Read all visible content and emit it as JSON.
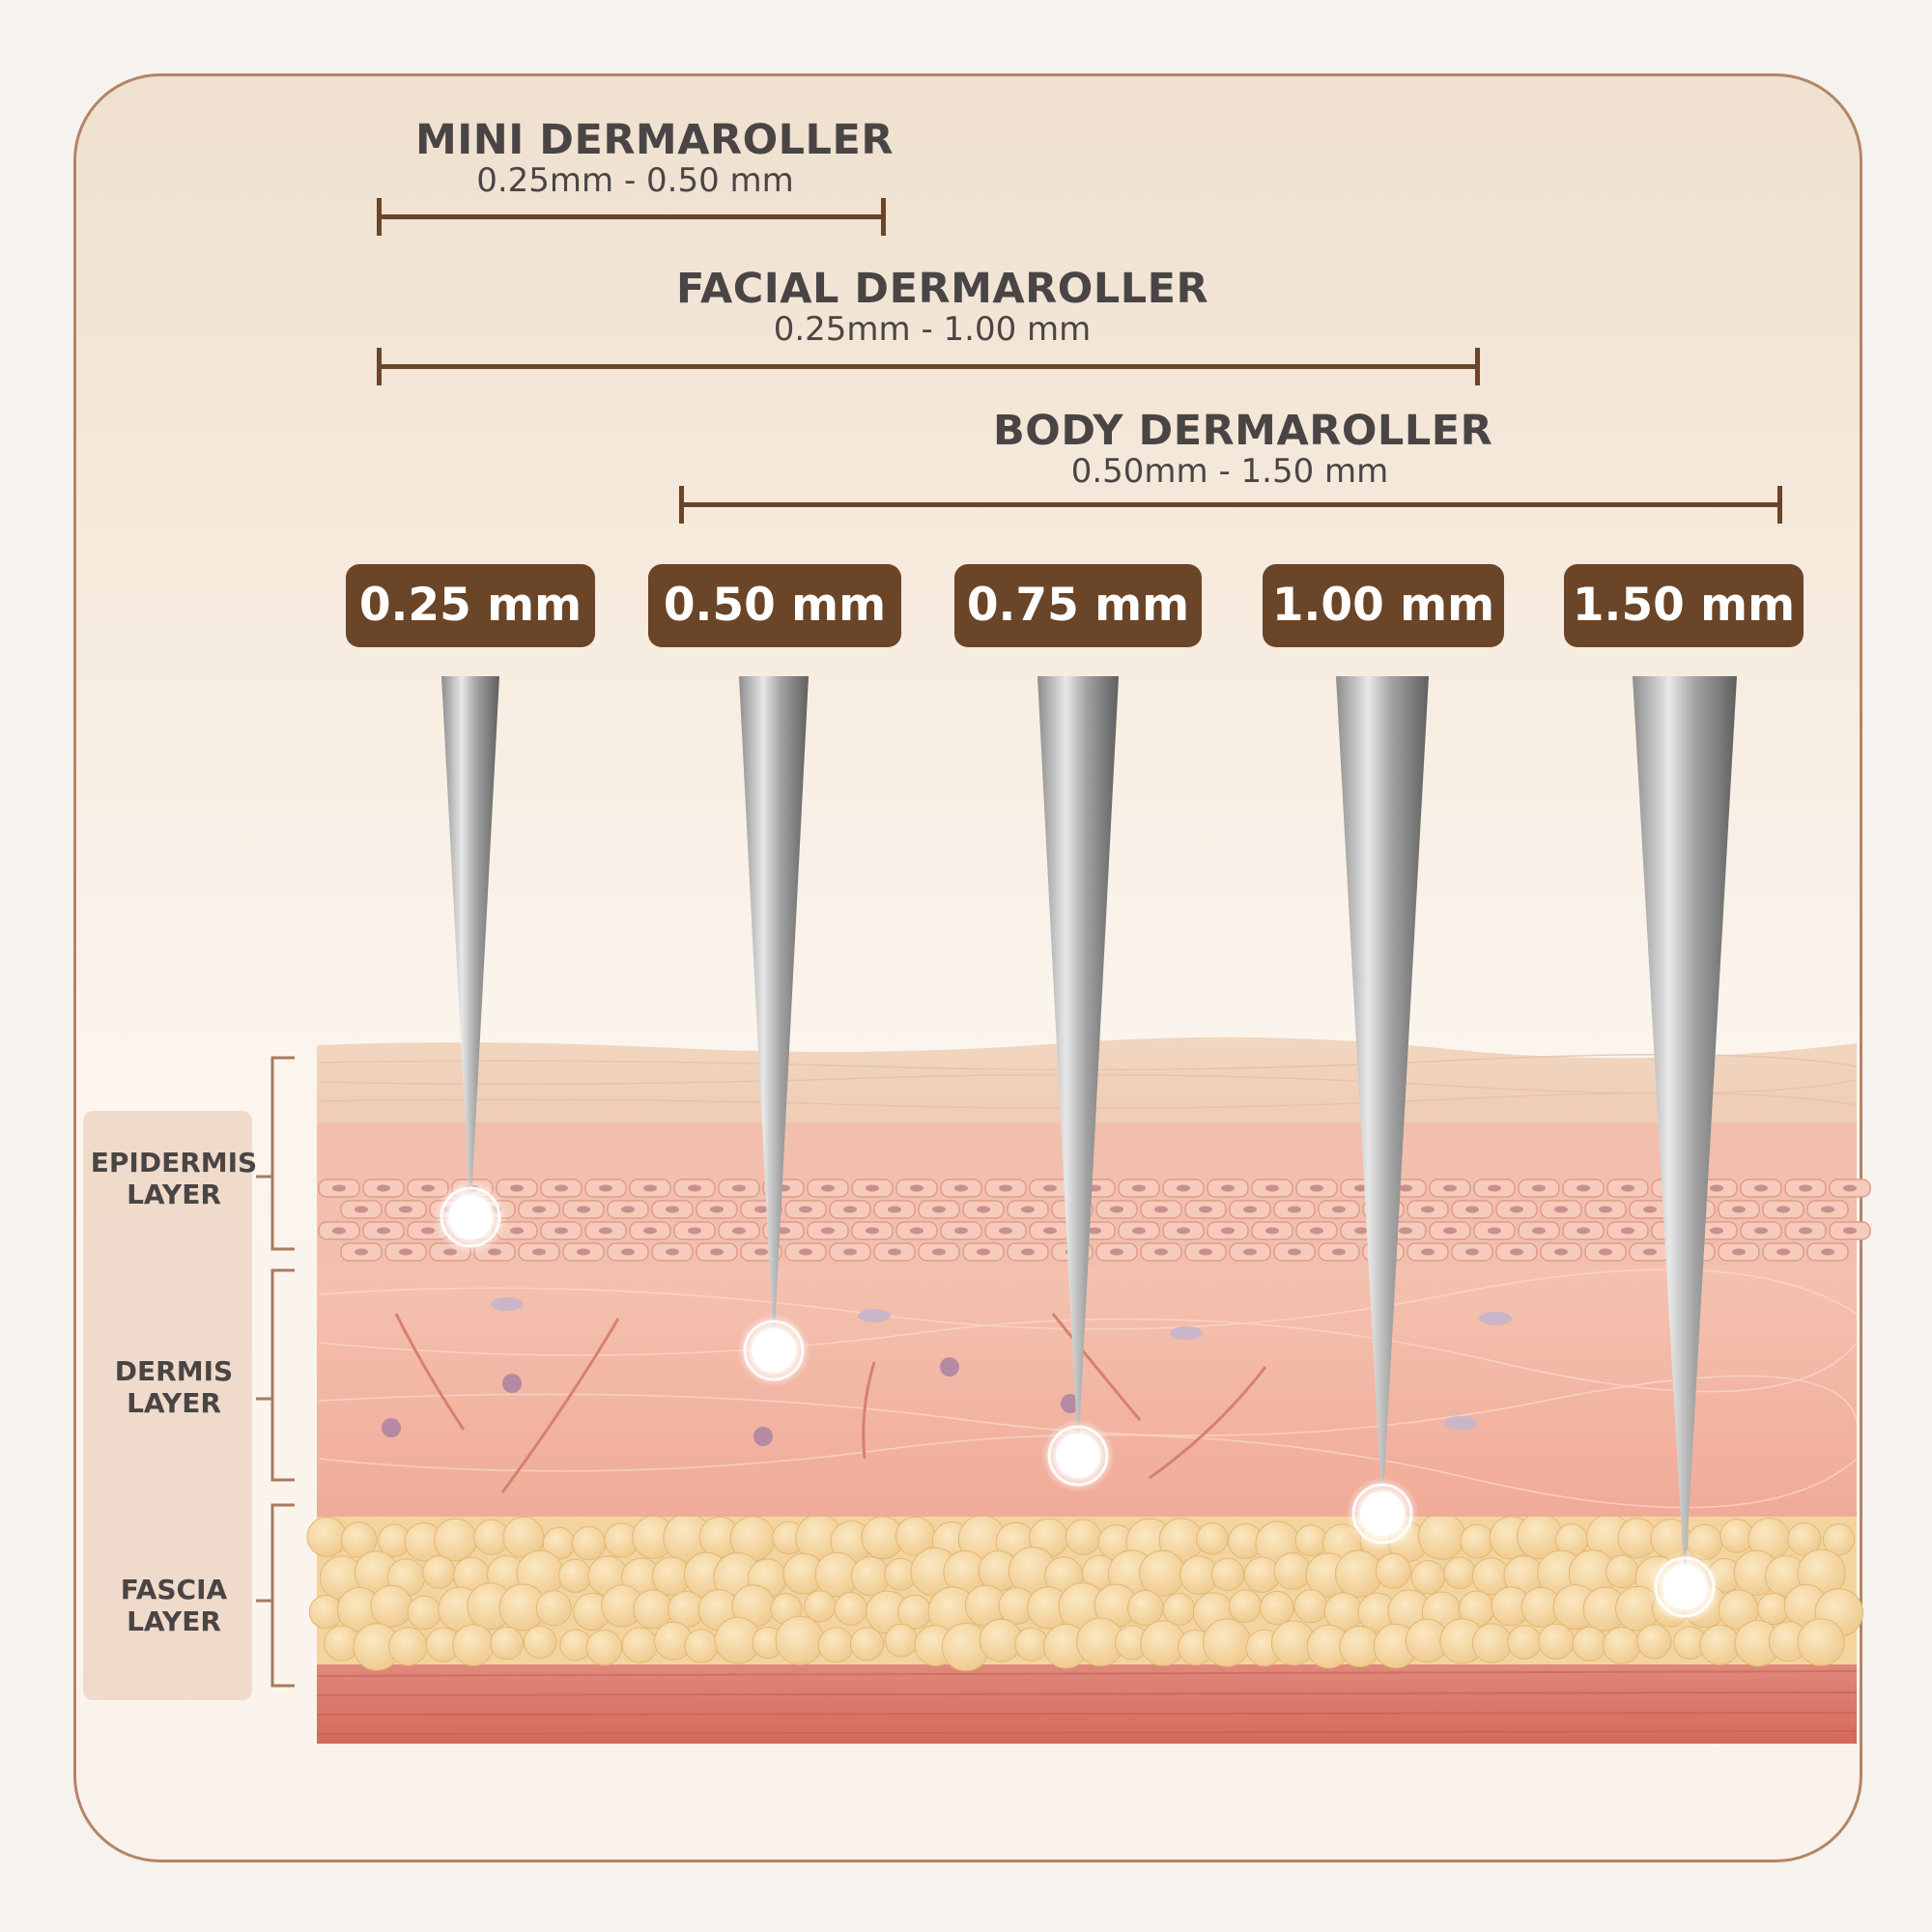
{
  "ranges": {
    "mini": {
      "title": "MINI DERMAROLLER",
      "range": "0.25mm - 0.50 mm"
    },
    "facial": {
      "title": "FACIAL DERMAROLLER",
      "range": "0.25mm - 1.00 mm"
    },
    "body": {
      "title": "BODY DERMAROLLER",
      "range": "0.50mm - 1.50 mm"
    }
  },
  "needles": [
    {
      "label": "0.25 mm",
      "depth_mm": 0.25
    },
    {
      "label": "0.50 mm",
      "depth_mm": 0.5
    },
    {
      "label": "0.75 mm",
      "depth_mm": 0.75
    },
    {
      "label": "1.00 mm",
      "depth_mm": 1.0
    },
    {
      "label": "1.50 mm",
      "depth_mm": 1.5
    }
  ],
  "layers": {
    "epidermis": [
      "EPIDERMIS",
      "LAYER"
    ],
    "dermis": [
      "DERMIS",
      "LAYER"
    ],
    "fascia": [
      "FASCIA",
      "LAYER"
    ]
  },
  "colors": {
    "brand_brown": "#6b4528",
    "text_dark": "#4a4545",
    "card_border": "#b48567",
    "epidermis": "#f2c8b4",
    "dermis": "#f2b6a4",
    "fat": "#f6d49a",
    "muscle": "#d9786a"
  }
}
